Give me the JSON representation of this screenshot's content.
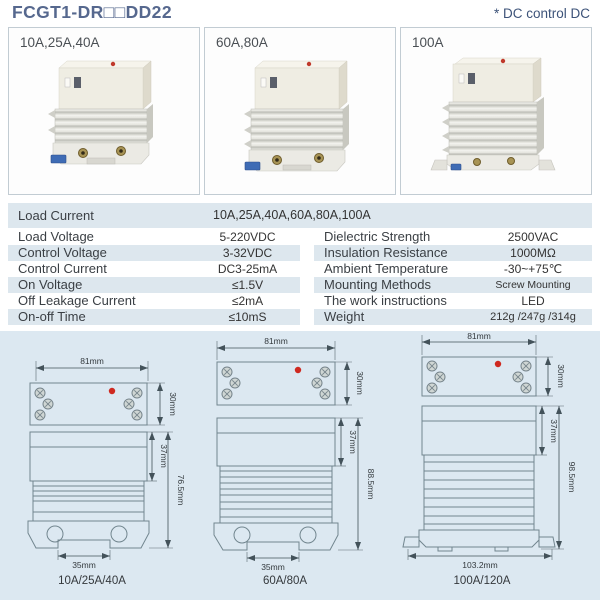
{
  "header": {
    "title": "FCGT1-DR□□DD22",
    "note": "* DC control DC"
  },
  "products": [
    {
      "label": "10A,25A,40A"
    },
    {
      "label": "60A,80A"
    },
    {
      "label": "100A"
    }
  ],
  "specs": {
    "load_current": {
      "label": "Load Current",
      "value": "10A,25A,40A,60A,80A,100A"
    },
    "left": [
      {
        "label": "Load Voltage",
        "value": "5-220VDC"
      },
      {
        "label": "Control Voltage",
        "value": "3-32VDC"
      },
      {
        "label": "Control Current",
        "value": "DC3-25mA"
      },
      {
        "label": "On Voltage",
        "value": "≤1.5V"
      },
      {
        "label": "Off Leakage Current",
        "value": "≤2mA"
      },
      {
        "label": "On-off Time",
        "value": "≤10mS"
      }
    ],
    "right": [
      {
        "label": "Dielectric Strength",
        "value": "2500VAC"
      },
      {
        "label": "Insulation Resistance",
        "value": "1000MΩ"
      },
      {
        "label": "Ambient Temperature",
        "value": "-30~+75℃"
      },
      {
        "label": "Mounting Methods",
        "value": "Screw Mounting"
      },
      {
        "label": "The work instructions",
        "value": "LED"
      },
      {
        "label": "Weight",
        "value": "212g /247g /314g"
      }
    ]
  },
  "drawings": [
    {
      "caption": "10A/25A/40A",
      "width": "81mm",
      "height": "30mm",
      "body": "37mm",
      "total": "76.5mm",
      "base": "35mm"
    },
    {
      "caption": "60A/80A",
      "width": "81mm",
      "height": "30mm",
      "body": "37mm",
      "total": "88.5mm",
      "base": "35mm"
    },
    {
      "caption": "100A/120A",
      "width": "81mm",
      "height": "30mm",
      "body": "37mm",
      "total": "98.5mm",
      "base": "103.2mm"
    }
  ],
  "colors": {
    "title": "#56688e",
    "row_shade": "#dde7ee",
    "section_bg": "#dce8f1",
    "led_red": "#cf2920",
    "drawing_line": "#72868f"
  }
}
